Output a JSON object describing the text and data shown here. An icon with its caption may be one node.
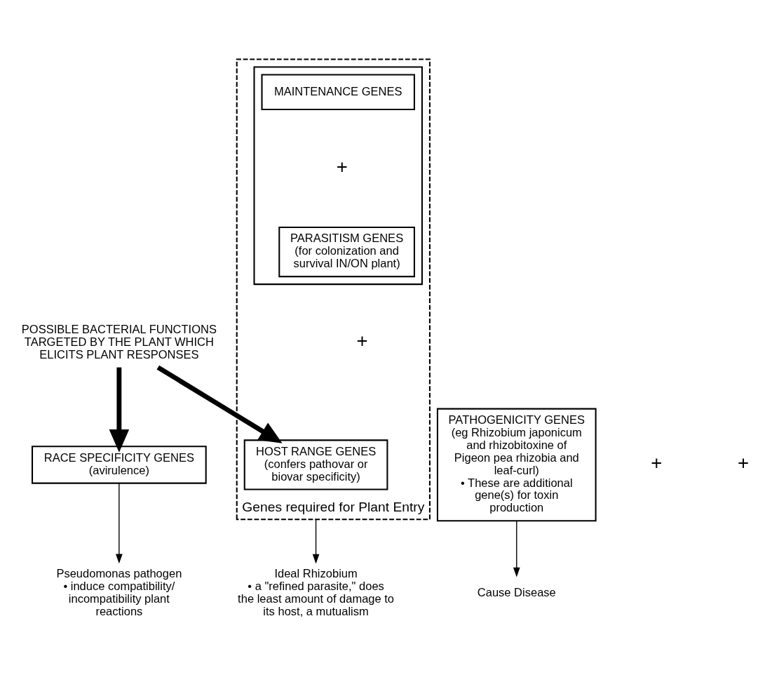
{
  "diagram": {
    "nodes": [
      {
        "text": [
          "Genes required for Plant Entry"
        ]
      },
      {
        "text": [],
        "shape": "box",
        "in": 0
      },
      {
        "text": [
          "MAINTENANCE GENES"
        ],
        "in": 1
      },
      {
        "text": [
          "PARASITISM GENES",
          "(for colonization and survival IN/ON plant)"
        ],
        "in": 1
      },
      {
        "text": [
          "HOST RANGE GENES",
          "(confers pathovar or biovar specificity)"
        ],
        "in": 0
      },
      {
        "text": [
          "POSSIBLE BACTERIAL FUNCTIONS TARGETED BY THE PLANT WHICH ELICITS PLANT RESPONSES"
        ]
      },
      {
        "text": [
          "RACE SPECIFICITY GENES",
          "(avirulence)"
        ]
      },
      {
        "text": [
          "PATHOGENICITY GENES",
          "(eg Rhizobium japonicum and rhizobitoxine of Pigeon pea rhizobia and leaf-curl)",
          "• These are additional gene(s) for toxin production"
        ]
      },
      {
        "text": [
          "Pseudomonas pathogen",
          "• induce compatibility/ incompatibility plant reactions"
        ]
      },
      {
        "text": [
          "Ideal Rhizobium",
          "• a \"refined parasite,\" does the least amount of damage to its host, a mutualism"
        ]
      },
      {
        "text": [
          "Cause Disease"
        ]
      }
    ],
    "edges": [
      {
        "from": 5,
        "to": 4,
        "arrow": "to",
        "style": "thick"
      },
      {
        "from": 5,
        "to": 6,
        "arrow": "to",
        "style": "thick"
      },
      {
        "from": 6,
        "to": 8,
        "arrow": "to"
      },
      {
        "from": 0,
        "to": 9,
        "arrow": "to"
      },
      {
        "from": 7,
        "to": 10,
        "arrow": "to"
      }
    ],
    "labels": [
      "+",
      "+",
      "+",
      "+"
    ]
  }
}
